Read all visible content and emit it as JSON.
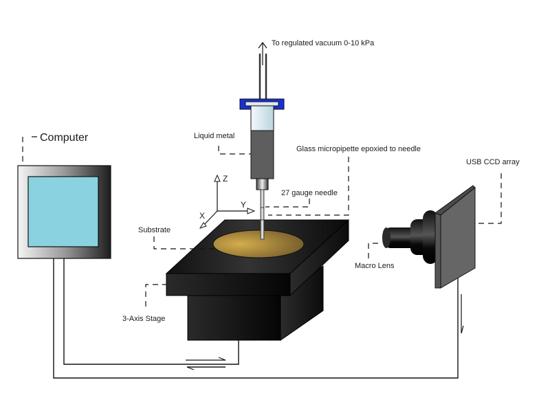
{
  "diagram": {
    "title": "Liquid metal micropipette printing setup",
    "labels": {
      "vacuum": "To regulated vacuum 0-10 kPa",
      "liquid_metal": "Liquid metal",
      "micropipette": "Glass micropipette epoxied to needle",
      "needle": "27 gauge needle",
      "computer": "Computer",
      "substrate": "Substrate",
      "stage": "3-Axis Stage",
      "macro_lens": "Macro Lens",
      "ccd": "USB CCD array"
    },
    "axes": {
      "z": "Z",
      "y": "Y",
      "x": "X"
    },
    "colors": {
      "syringe_cap": "#1a2fd6",
      "screen": "#8ad2e0",
      "substrate": "#c9a447",
      "liquid_metal": "#5e5e5e",
      "stage": "#1c1c1c",
      "ccd": "#666666"
    }
  }
}
